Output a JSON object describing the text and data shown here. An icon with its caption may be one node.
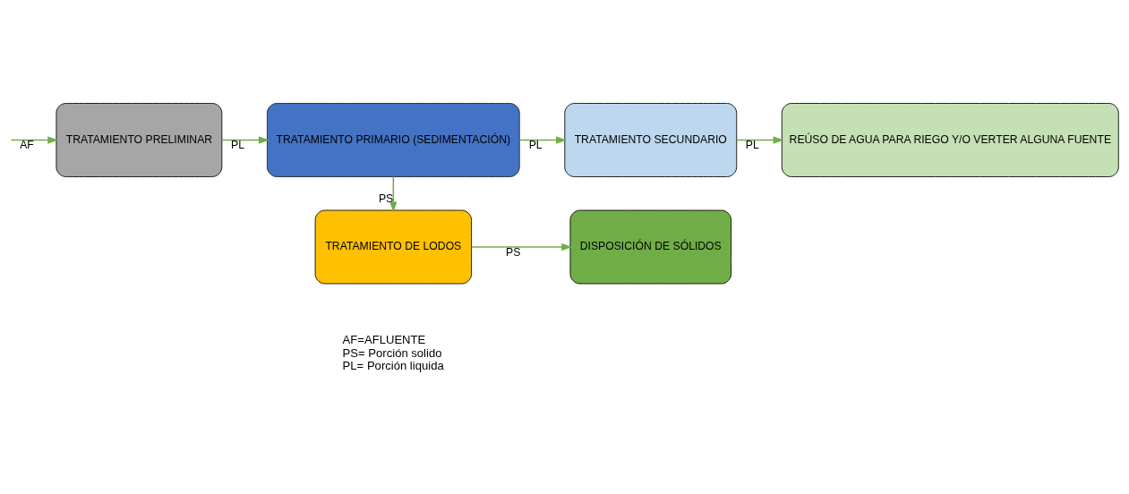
{
  "diagram": {
    "nodes": [
      {
        "text": [
          "TRATAMIENTO PRELIMINAR"
        ]
      },
      {
        "text": [
          "TRATAMIENTO PRIMARIO (SEDIMENTACIÓN)"
        ]
      },
      {
        "text": [
          "TRATAMIENTO SECUNDARIO"
        ]
      },
      {
        "text": [
          "REÚSO DE AGUA PARA RIEGO Y/O VERTER ALGUNA FUENTE"
        ]
      },
      {
        "text": [
          "TRATAMIENTO DE LODOS"
        ]
      },
      {
        "text": [
          "DISPOSICIÓN DE SÓLIDOS"
        ]
      }
    ],
    "edges": [
      {
        "from": null,
        "to": 0,
        "arrow": "to",
        "label": "AF"
      },
      {
        "from": 0,
        "to": 1,
        "arrow": "to",
        "label": "PL"
      },
      {
        "from": 1,
        "to": 2,
        "arrow": "to",
        "label": "PL"
      },
      {
        "from": 2,
        "to": 3,
        "arrow": "to",
        "label": "PL"
      },
      {
        "from": 1,
        "to": 4,
        "arrow": "to",
        "label": "PS"
      },
      {
        "from": 4,
        "to": 5,
        "arrow": "to",
        "label": "PS"
      }
    ],
    "labels": [
      "AF=AFLUENTE",
      "PS= Porción solido",
      "PL= Porción liquida"
    ]
  }
}
